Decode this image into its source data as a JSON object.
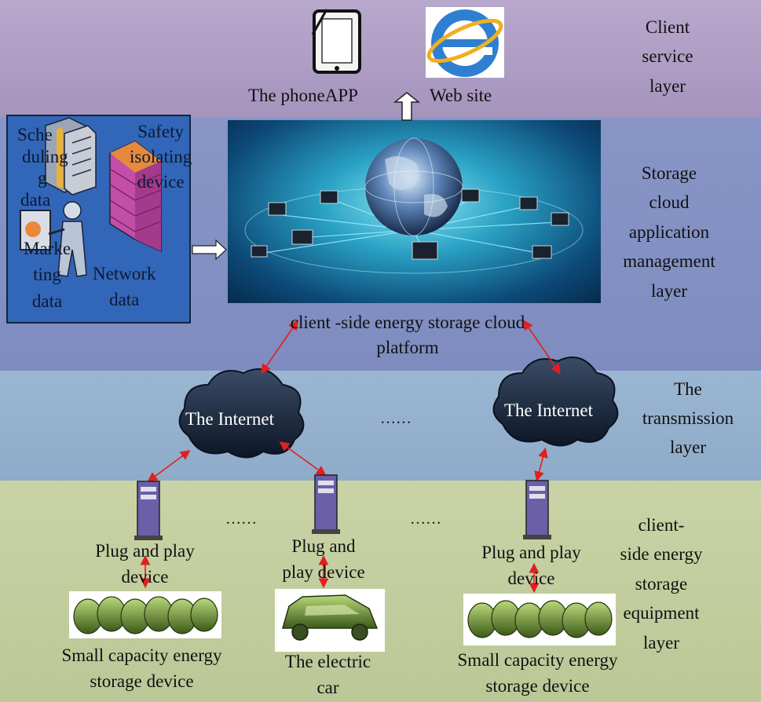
{
  "layers": {
    "client_service": [
      "Client",
      "service",
      "layer"
    ],
    "storage_cloud": [
      "Storage",
      "cloud",
      "application",
      "management",
      "layer"
    ],
    "transmission": [
      "The",
      "transmission",
      "layer"
    ],
    "equipment": [
      "client-",
      "side energy",
      "storage",
      "equipment",
      "layer"
    ]
  },
  "client_service": {
    "phone_app": "The phoneAPP",
    "web_site": "Web site"
  },
  "left_panel": {
    "scheduling": [
      "Sche",
      "duling",
      "g",
      "data"
    ],
    "safety": [
      "Safety",
      "isolating",
      "device"
    ],
    "marketing": [
      "Marke",
      "ting",
      "data"
    ],
    "network": [
      "Network",
      "data"
    ]
  },
  "platform": {
    "line1": "client  -side energy storage cloud",
    "line2": "platform"
  },
  "internet": {
    "left": "The Internet",
    "right": "The Internet",
    "ellipsis": "……"
  },
  "equipment": {
    "ellipsis": "……",
    "device_left": [
      "Plug and play",
      "device"
    ],
    "device_mid": [
      "Plug and",
      "play device"
    ],
    "device_right": [
      "Plug and play",
      "device"
    ],
    "storage_left": [
      "Small capacity energy",
      "storage device"
    ],
    "car": [
      "The electric",
      "car"
    ],
    "storage_right": [
      "Small capacity energy",
      "storage device"
    ]
  },
  "colors": {
    "arrow": "#e02020",
    "panel": "#3266b8"
  },
  "icons": [
    "tablet-icon",
    "internet-explorer-icon",
    "server-rack-icon",
    "firewall-icon",
    "operator-icon",
    "globe-network-icon",
    "cloud-icon",
    "battery-icon",
    "electric-car-icon"
  ]
}
